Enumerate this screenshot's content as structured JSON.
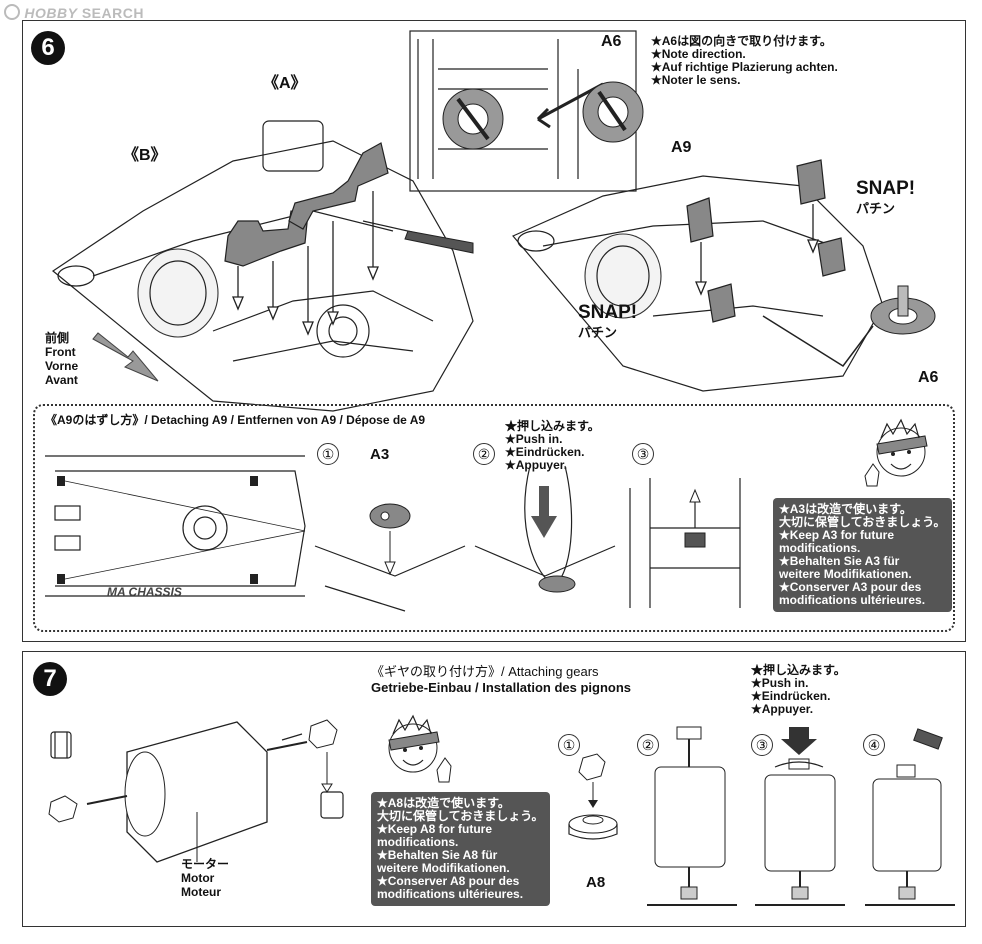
{
  "watermark": {
    "brand_left": "HOBBY",
    "brand_right": "SEARCH"
  },
  "step6": {
    "number": "6",
    "part_a": "《A》",
    "part_b": "《B》",
    "front_label": [
      "前側",
      "Front",
      "Vorne",
      "Avant"
    ],
    "a6_label_top": "A6",
    "a6_label_bottom": "A6",
    "a9_label": "A9",
    "direction_note": [
      "★A6は図の向きで取り付けます。",
      "★Note direction.",
      "★Auf richtige Plazierung achten.",
      "★Noter le sens."
    ],
    "snap1": {
      "en": "SNAP!",
      "jp": "パチン"
    },
    "snap2": {
      "en": "SNAP!",
      "jp": "パチン"
    },
    "detach_box": {
      "title": "《A9のはずし方》/ Detaching A9 / Entfernen von A9 / Dépose de A9",
      "chassis_logo": "MA CHASSIS",
      "step1": "①",
      "step2": "②",
      "step3": "③",
      "a3_label": "A3",
      "push_note": [
        "★押し込みます。",
        "★Push in.",
        "★Eindrücken.",
        "★Appuyer."
      ],
      "keep_note": [
        "★A3は改造で使います。",
        "大切に保管しておきましょう。",
        "★Keep A3 for future",
        "modifications.",
        "★Behalten Sie A3 für",
        "weitere Modifikationen.",
        "★Conserver A3 pour des",
        "modifications ultérieures."
      ]
    }
  },
  "step7": {
    "number": "7",
    "title_line1": "《ギヤの取り付け方》/ Attaching gears",
    "title_line2": "Getriebe-Einbau / Installation des pignons",
    "motor_label": [
      "モーター",
      "Motor",
      "Moteur"
    ],
    "push_note": [
      "★押し込みます。",
      "★Push in.",
      "★Eindrücken.",
      "★Appuyer."
    ],
    "keep_note": [
      "★A8は改造で使います。",
      "大切に保管しておきましょう。",
      "★Keep A8 for future",
      "modifications.",
      "★Behalten Sie A8 für",
      "weitere Modifikationen.",
      "★Conserver A8 pour des",
      "modifications ultérieures."
    ],
    "a8_label": "A8",
    "step1": "①",
    "step2": "②",
    "step3": "③",
    "step4": "④"
  }
}
